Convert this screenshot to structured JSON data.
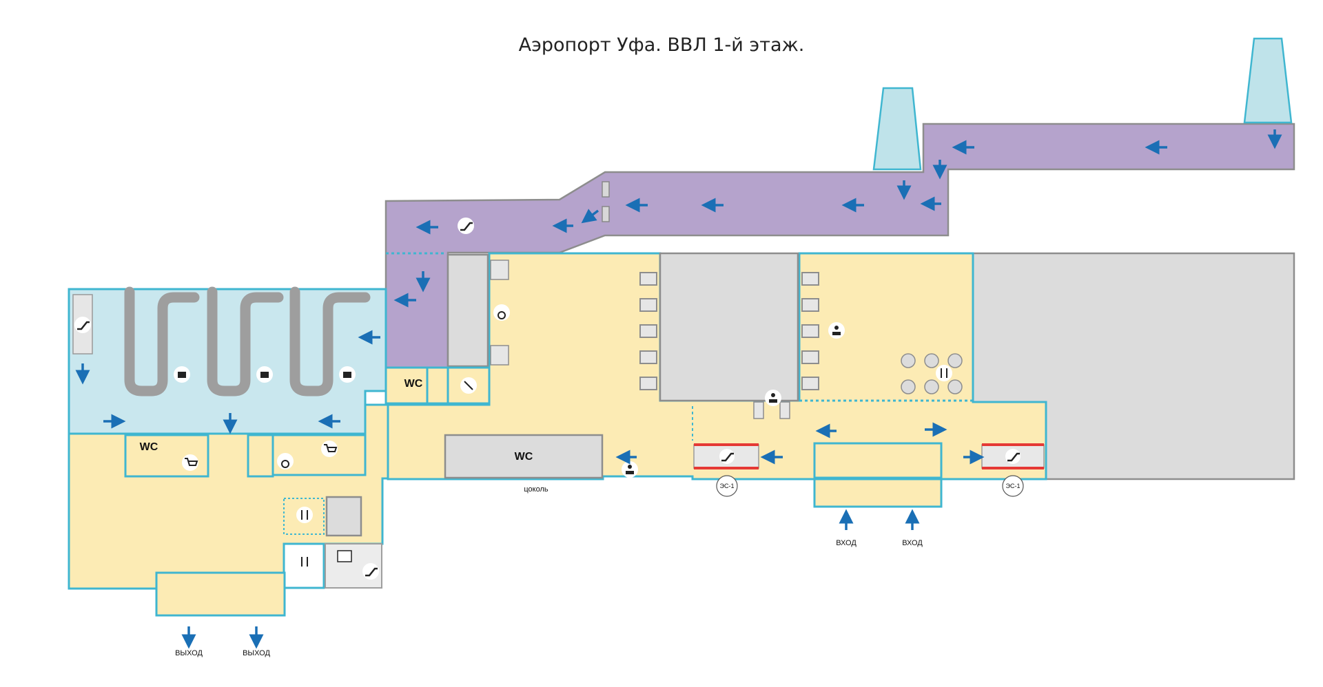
{
  "title": "Аэропорт Уфа. ВВЛ  1-й этаж.",
  "labels": {
    "wc": "WC",
    "exit": "ВЫХОД",
    "entrance": "ВХОД",
    "basement": "цоколь",
    "escalator": "ЭС-1"
  },
  "colors": {
    "hall": "#fcebb4",
    "baggage_hall": "#c9e7ee",
    "gallery": "#b5a3cc",
    "service": "#dcdcdc",
    "wall": "#3fb6d0",
    "arrow": "#1a6fb5",
    "escalator_band": "#e53935"
  },
  "icons": [
    "baggage-icon",
    "wc-icon",
    "cart-icon",
    "wheelchair-icon",
    "restaurant-icon",
    "escalator-icon",
    "elevator-icon",
    "info-desk-icon",
    "no-entry-icon",
    "arrow-icon"
  ]
}
